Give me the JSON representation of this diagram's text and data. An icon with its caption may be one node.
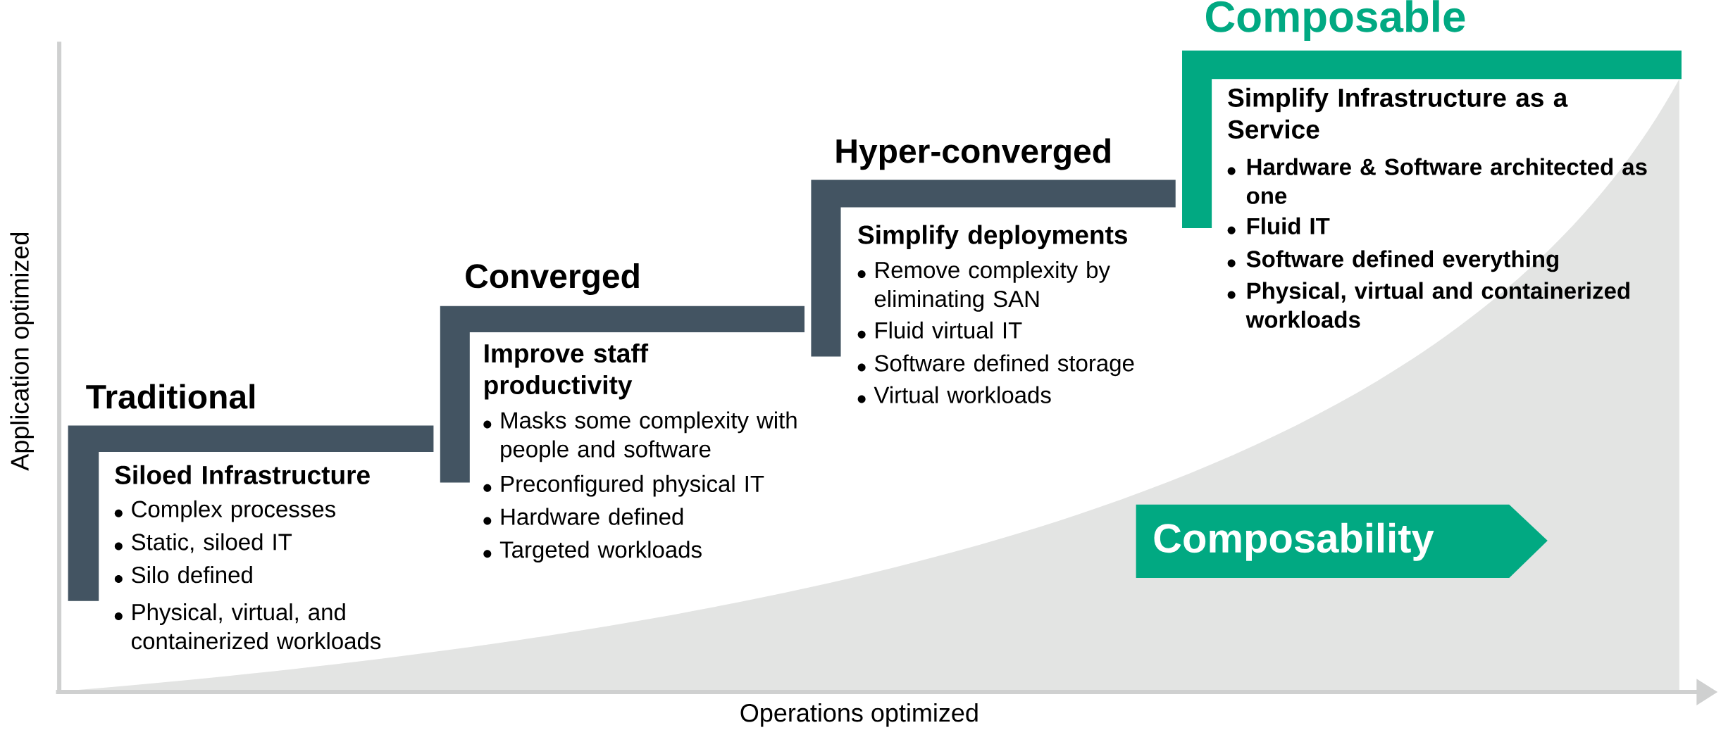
{
  "diagram": {
    "nodes": [
      {
        "text": [
          "Traditional",
          "Siloed Infrastructure",
          "Complex processes",
          "Static, siloed IT",
          "Silo defined",
          "Physical, virtual, and containerized workloads"
        ]
      },
      {
        "text": [
          "Converged",
          "Improve staff productivity",
          "Masks some complexity with people and software",
          "Preconfigured physical IT",
          "Hardware defined",
          "Targeted workloads"
        ]
      },
      {
        "text": [
          "Hyper-converged",
          "Simplify deployments",
          "Remove complexity by eliminating SAN",
          "Fluid virtual IT",
          "Software defined storage",
          "Virtual workloads"
        ]
      },
      {
        "text": [
          "Composable",
          "Simplify Infrastructure as a Service",
          "Hardware & Software architected as one",
          "Fluid IT",
          "Software defined everything",
          "Physical, virtual and containerized workloads"
        ]
      },
      {
        "text": [
          "Composability"
        ]
      }
    ],
    "labels": [
      "Application optimized",
      "Operations optimized"
    ]
  }
}
